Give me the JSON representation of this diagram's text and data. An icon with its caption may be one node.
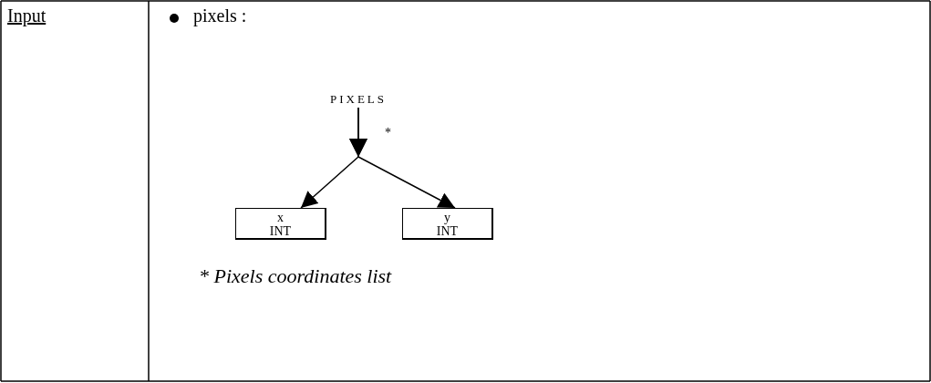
{
  "diagram": {
    "nodes": [
      {
        "text": [
          "PIXELS"
        ]
      },
      {
        "text": [
          "x",
          "INT"
        ]
      },
      {
        "text": [
          "y",
          "INT"
        ]
      }
    ],
    "edges": [
      {
        "from": 0,
        "to": 1,
        "arrow": "to"
      },
      {
        "from": 0,
        "to": 2,
        "arrow": "to"
      }
    ],
    "labels": [
      "Input",
      "pixels :",
      "*",
      "* Pixels coordinates list"
    ]
  }
}
